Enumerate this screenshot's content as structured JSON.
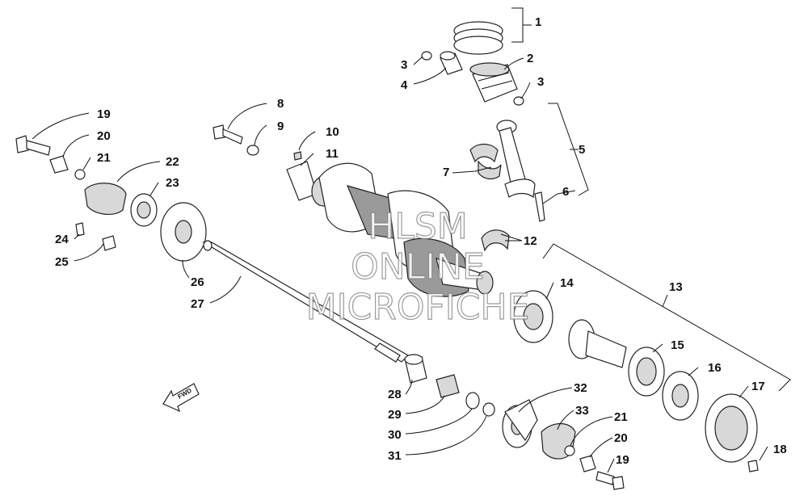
{
  "watermark": {
    "line1": "HLSM",
    "line2": "ONLINE",
    "line3": "MICROFICHE"
  },
  "fwd_label": "FWD",
  "callouts": {
    "c1": "1",
    "c2": "2",
    "c3a": "3",
    "c3b": "3",
    "c4": "4",
    "c5": "5",
    "c6": "6",
    "c7": "7",
    "c8": "8",
    "c9": "9",
    "c10": "10",
    "c11": "11",
    "c12": "12",
    "c13": "13",
    "c14": "14",
    "c15": "15",
    "c16": "16",
    "c17": "17",
    "c18": "18",
    "c19a": "19",
    "c19b": "19",
    "c20a": "20",
    "c20b": "20",
    "c21a": "21",
    "c21b": "21",
    "c22": "22",
    "c23": "23",
    "c24": "24",
    "c25": "25",
    "c26": "26",
    "c27": "27",
    "c28": "28",
    "c29": "29",
    "c30": "30",
    "c31": "31",
    "c32": "32",
    "c33": "33"
  }
}
